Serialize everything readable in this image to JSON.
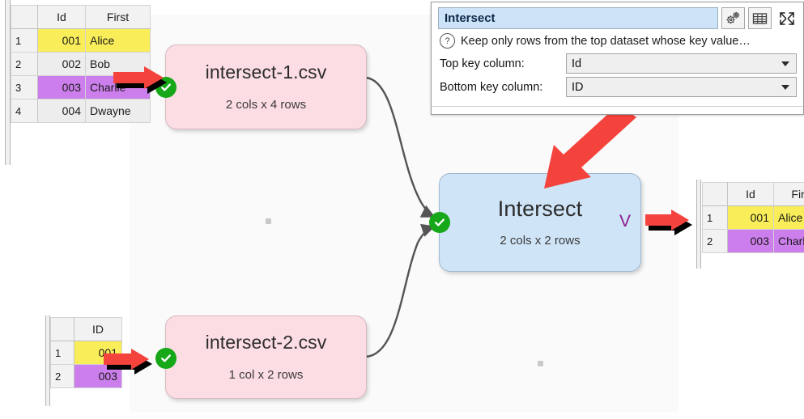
{
  "app": {
    "canvas_background": "#fafafa",
    "node_source_color": "#fcdde4",
    "node_operation_color": "#cfe4f7",
    "status_ok_color": "#16a818",
    "highlight_yellow": "#f9ee5a",
    "highlight_purple": "#cc7eec",
    "callout_red": "#f4433c"
  },
  "top_left_table": {
    "name": "top-input-grid",
    "columns": [
      "Id",
      "First"
    ],
    "rows": [
      {
        "index": "1",
        "id": "001",
        "first": "Alice",
        "highlight": "yellow"
      },
      {
        "index": "2",
        "id": "002",
        "first": "Bob",
        "highlight": "none"
      },
      {
        "index": "3",
        "id": "003",
        "first": "Charlie",
        "highlight": "purple"
      },
      {
        "index": "4",
        "id": "004",
        "first": "Dwayne",
        "highlight": "none"
      }
    ]
  },
  "bottom_left_table": {
    "name": "bottom-input-grid",
    "columns": [
      "ID"
    ],
    "rows": [
      {
        "index": "1",
        "id": "001",
        "highlight": "yellow"
      },
      {
        "index": "2",
        "id": "003",
        "highlight": "purple"
      }
    ]
  },
  "right_table": {
    "name": "output-grid",
    "columns": [
      "Id",
      "First"
    ],
    "rows": [
      {
        "index": "1",
        "id": "001",
        "first": "Alice",
        "highlight": "yellow"
      },
      {
        "index": "2",
        "id": "003",
        "first": "Charlie",
        "highlight": "purple"
      }
    ]
  },
  "nodes": {
    "source_top": {
      "title": "intersect-1.csv",
      "subtitle": "2 cols x 4 rows",
      "status_icon": "check-circle-icon"
    },
    "source_bottom": {
      "title": "intersect-2.csv",
      "subtitle": "1 col x 2 rows",
      "status_icon": "check-circle-icon"
    },
    "operation": {
      "title": "Intersect",
      "subtitle": "2 cols x 2 rows",
      "status_icon": "check-circle-icon",
      "output_marker": "V"
    }
  },
  "dialog": {
    "name_value": "Intersect",
    "help_text": "Keep only rows from the top dataset whose key value…",
    "help_icon": "question-mark-icon",
    "buttons": [
      {
        "icon": "gears-icon",
        "label": ""
      },
      {
        "icon": "table-icon",
        "label": ""
      },
      {
        "icon": "expand-icon",
        "label": ""
      }
    ],
    "fields": [
      {
        "label": "Top key column:",
        "value": "Id"
      },
      {
        "label": "Bottom key column:",
        "value": "ID"
      }
    ]
  }
}
